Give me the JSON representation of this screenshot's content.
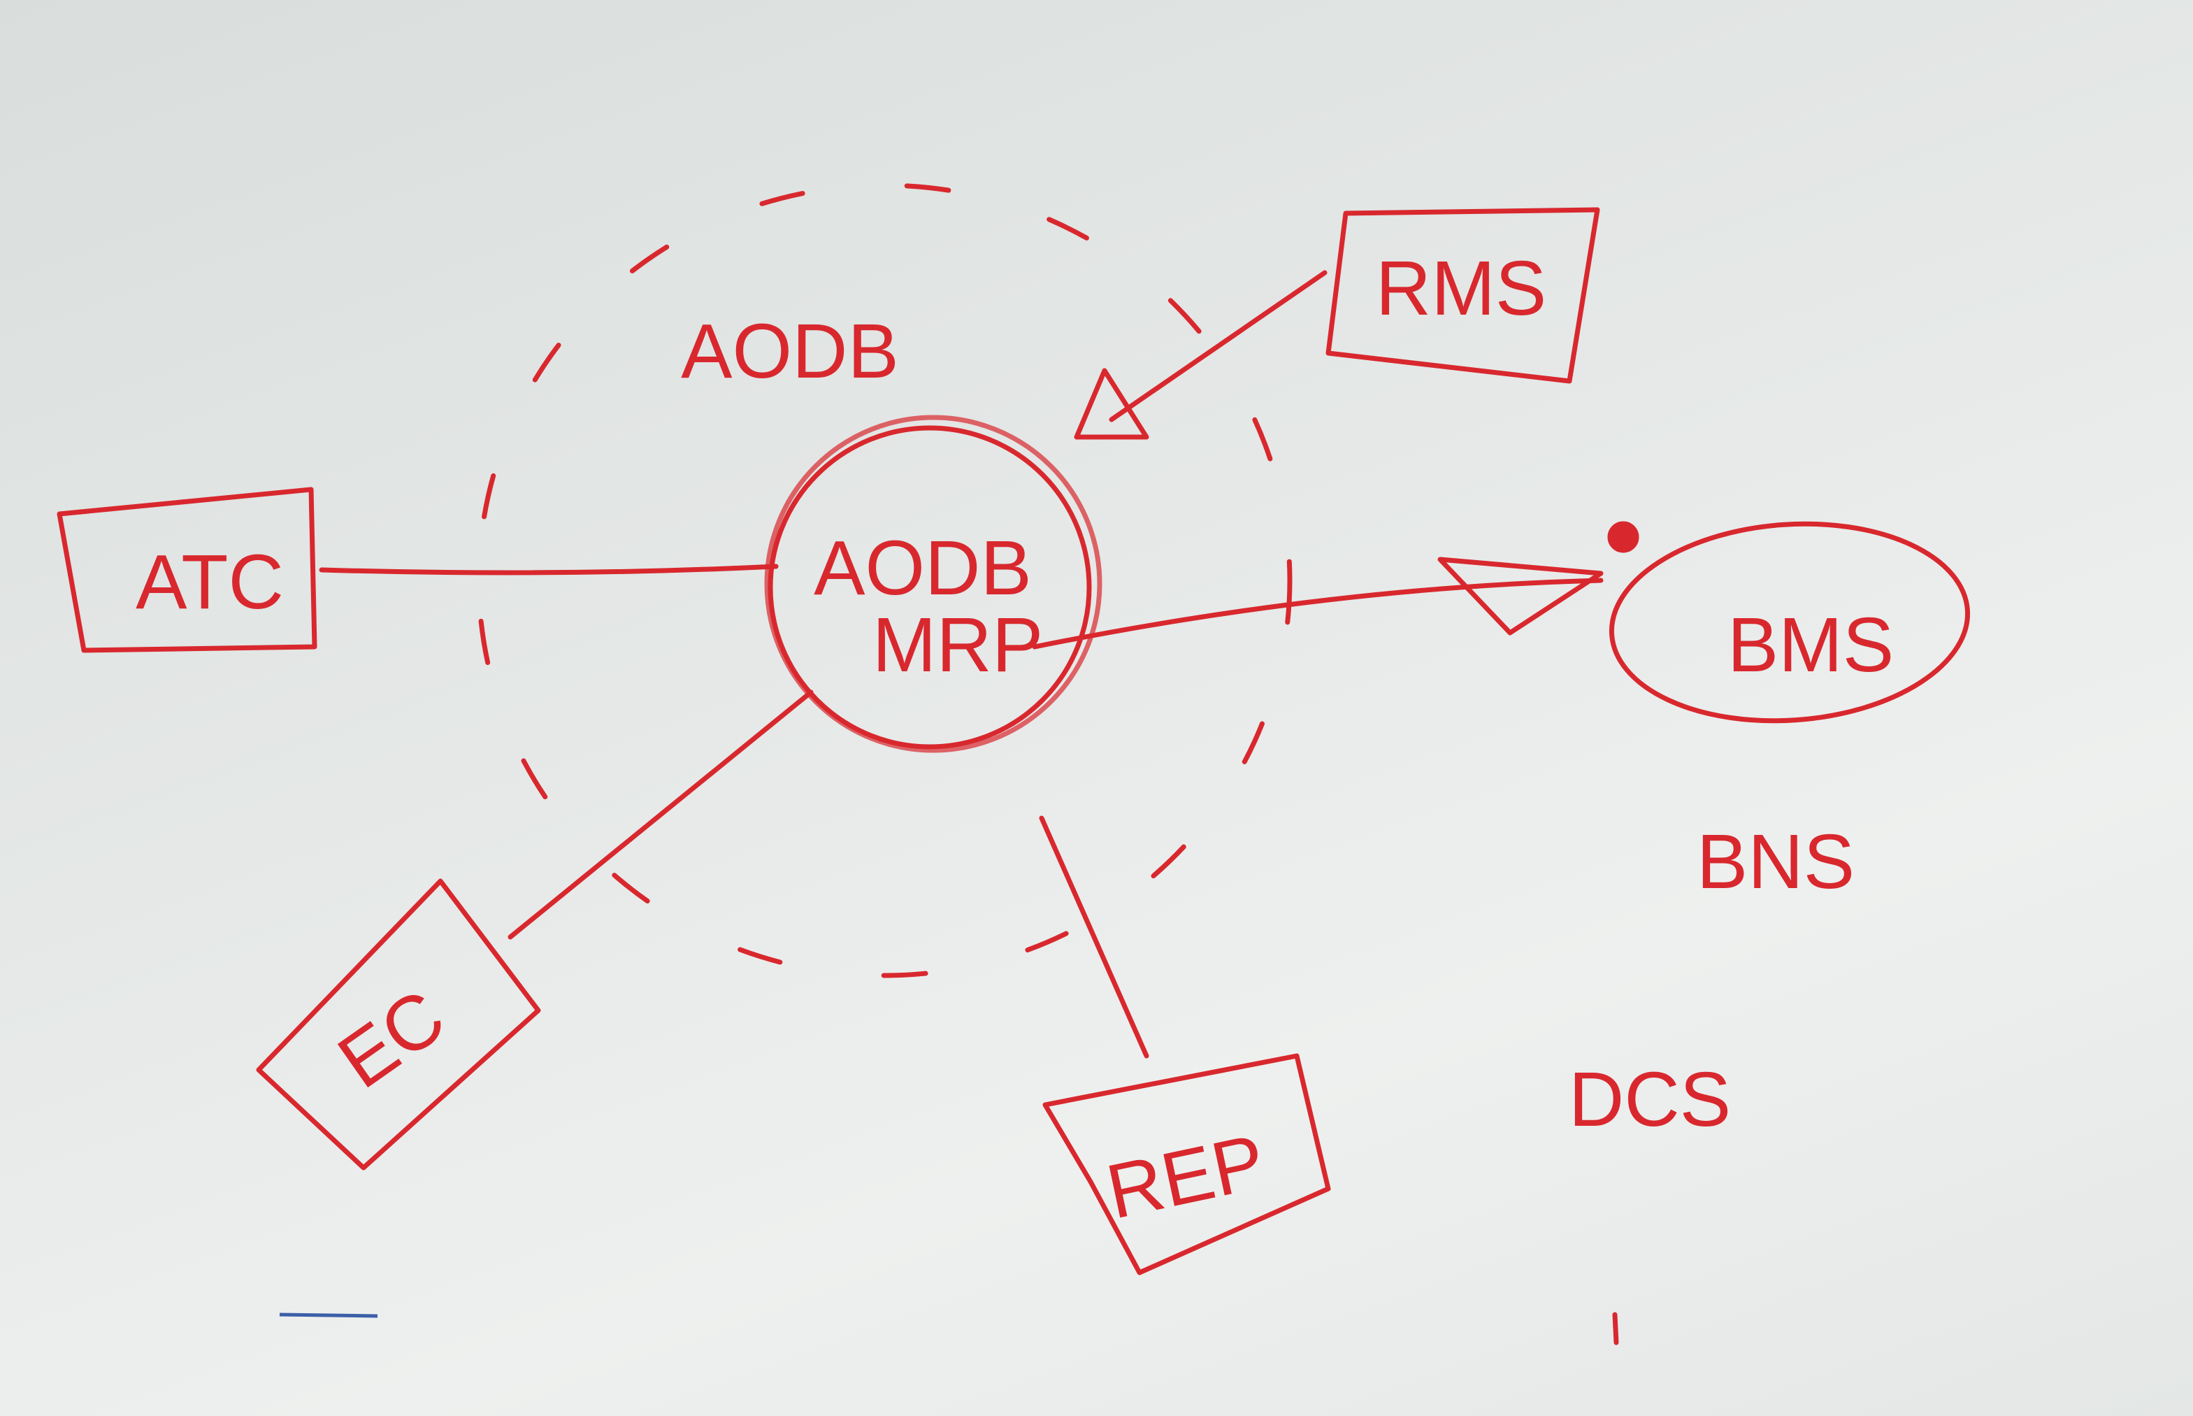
{
  "whiteboard": {
    "ink_color": "#d8282e",
    "nodes": {
      "aodb_group": "AODB",
      "rms": "RMS",
      "core_line1": "AODB",
      "core_line2": "MRP",
      "atc": "ATC",
      "bms": "BMS",
      "ec": "EC",
      "rep": "REP"
    },
    "loose_labels": [
      "BNS",
      "DCS"
    ]
  }
}
